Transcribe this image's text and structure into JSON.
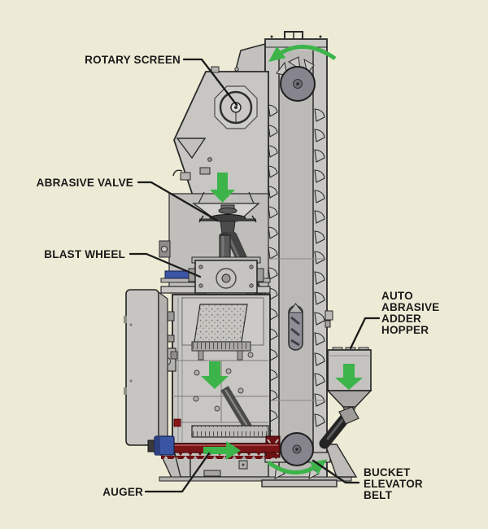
{
  "diagram": {
    "labels": {
      "rotary_screen": "ROTARY SCREEN",
      "abrasive_valve": "ABRASIVE VALVE",
      "blast_wheel": "BLAST WHEEL",
      "auto_hopper": [
        "AUTO",
        "ABRASIVE",
        "ADDER",
        "HOPPER"
      ],
      "auger": "AUGER",
      "bucket_elevator": [
        "BUCKET",
        "ELEVATOR",
        "BELT"
      ]
    },
    "colors": {
      "background": "#EDEBD5",
      "machine_gray": "#C7C6C2",
      "flow_green": "#3CB44A",
      "auger_red": "#7A1416",
      "accent_blue": "#3B55A5",
      "pulley_gray": "#86848D",
      "label_text": "#1A1A1A"
    },
    "flow_arrows": [
      {
        "icon": "rotation-arrow-icon",
        "at": "elevator-top",
        "direction": "counterclockwise"
      },
      {
        "icon": "down-arrow-icon",
        "at": "rotary-screen-hopper",
        "direction": "down"
      },
      {
        "icon": "down-arrow-icon",
        "at": "blast-cabinet",
        "direction": "down"
      },
      {
        "icon": "down-arrow-icon",
        "at": "adder-hopper",
        "direction": "down"
      },
      {
        "icon": "right-arrow-icon",
        "at": "auger",
        "direction": "right"
      },
      {
        "icon": "rotation-arrow-icon",
        "at": "elevator-bottom",
        "direction": "clockwise"
      }
    ]
  }
}
